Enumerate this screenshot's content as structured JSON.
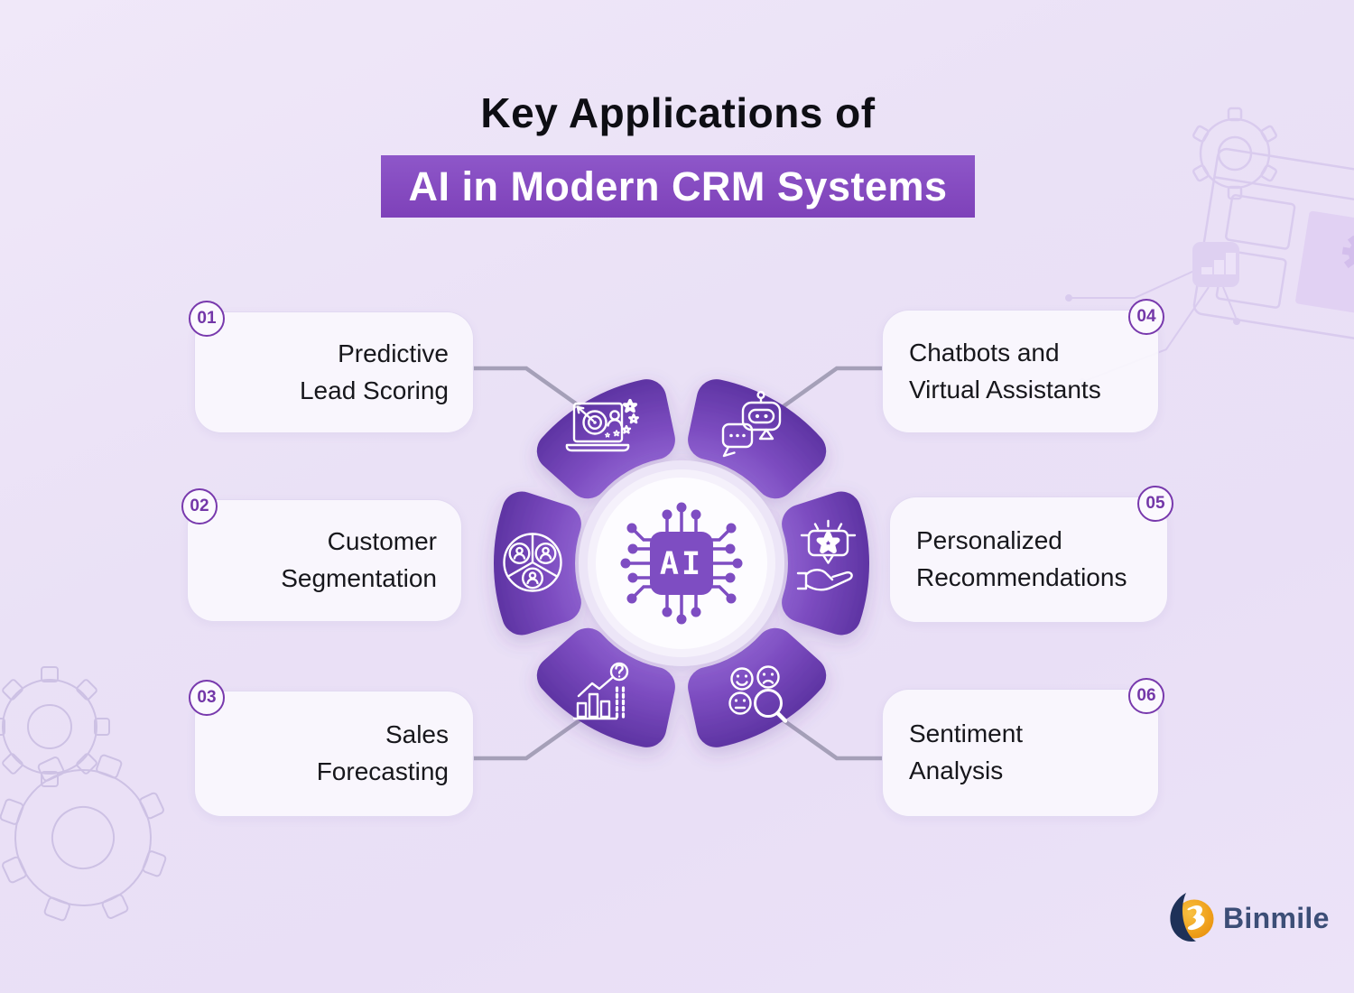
{
  "title": {
    "line1": "Key Applications of",
    "line2": "AI in Modern CRM Systems"
  },
  "center": {
    "chip_label": "AI",
    "icon": "ai-chip-icon"
  },
  "items": [
    {
      "number": "01",
      "lines": [
        "Predictive",
        "Lead Scoring"
      ],
      "icon": "lead-scoring-icon",
      "side": "left"
    },
    {
      "number": "02",
      "lines": [
        "Customer",
        "Segmentation"
      ],
      "icon": "customer-segmentation-icon",
      "side": "left"
    },
    {
      "number": "03",
      "lines": [
        "Sales",
        "Forecasting"
      ],
      "icon": "sales-forecasting-icon",
      "side": "left"
    },
    {
      "number": "04",
      "lines": [
        "Chatbots and",
        "Virtual Assistants"
      ],
      "icon": "chatbot-icon",
      "side": "right"
    },
    {
      "number": "05",
      "lines": [
        "Personalized",
        "Recommendations"
      ],
      "icon": "recommendation-icon",
      "side": "right"
    },
    {
      "number": "06",
      "lines": [
        "Sentiment",
        "Analysis"
      ],
      "icon": "sentiment-analysis-icon",
      "side": "right"
    }
  ],
  "logo": {
    "text": "Binmile"
  },
  "colors": {
    "background": "#ebe2f6",
    "banner": "#8449c0",
    "petal_outer": "#5f35a4",
    "petal_inner": "#9166d2",
    "chip": "#7e4dc2",
    "badge": "#7839ad",
    "connector": "#a5a0b8",
    "text": "#17171c",
    "logo_text": "#3c4e77",
    "logo_orange": "#ef9d13"
  }
}
